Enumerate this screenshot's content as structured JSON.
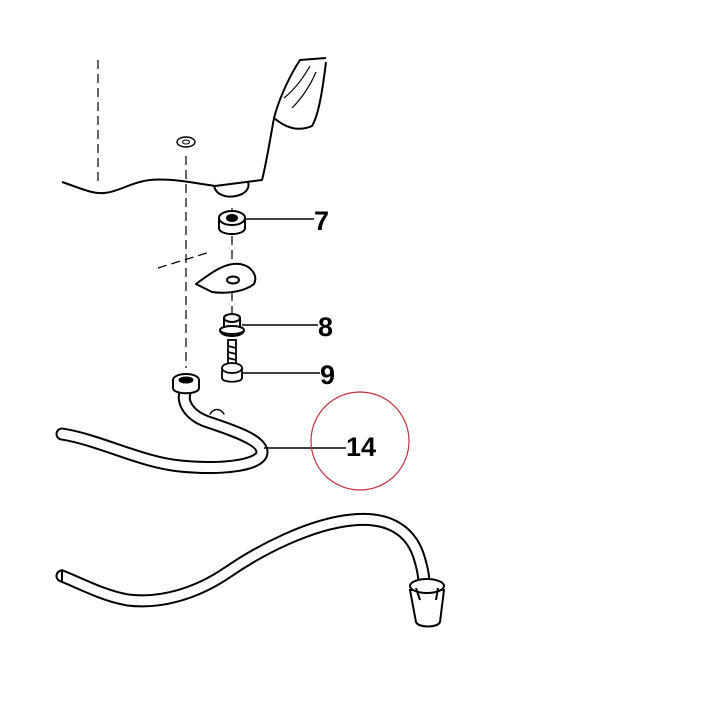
{
  "callouts": [
    {
      "id": "7",
      "label": "7"
    },
    {
      "id": "8",
      "label": "8"
    },
    {
      "id": "9",
      "label": "9"
    },
    {
      "id": "14",
      "label": "14"
    }
  ],
  "colors": {
    "line": "#000000",
    "highlight_circle": "#c0303c",
    "background": "#ffffff"
  }
}
